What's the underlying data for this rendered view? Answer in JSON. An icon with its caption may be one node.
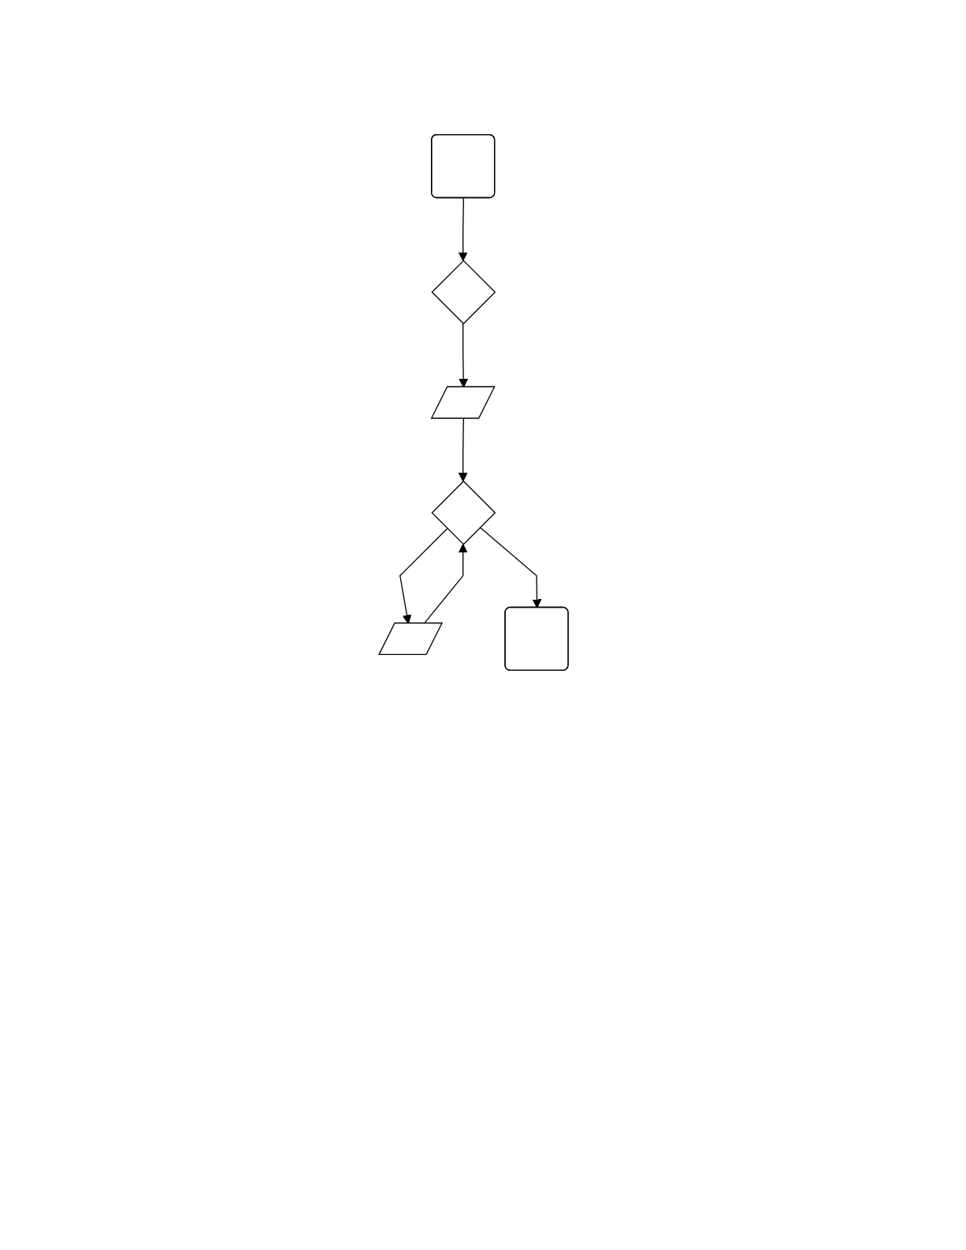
{
  "diagram": {
    "nodes": [
      {
        "text": [],
        "shape": "box"
      },
      {
        "text": [],
        "shape": "diamond"
      },
      {
        "text": [],
        "shape": "parallelogram"
      },
      {
        "text": [],
        "shape": "diamond"
      },
      {
        "text": [],
        "shape": "parallelogram"
      },
      {
        "text": [],
        "shape": "box"
      }
    ],
    "edges": [
      {
        "from": 0,
        "to": 1,
        "arrow": "to"
      },
      {
        "from": 1,
        "to": 2,
        "arrow": "to"
      },
      {
        "from": 2,
        "to": 3,
        "arrow": "to"
      },
      {
        "from": 3,
        "to": 4,
        "arrow": "to"
      },
      {
        "from": 4,
        "to": 3,
        "arrow": "to"
      },
      {
        "from": 3,
        "to": 5,
        "arrow": "to"
      }
    ]
  }
}
